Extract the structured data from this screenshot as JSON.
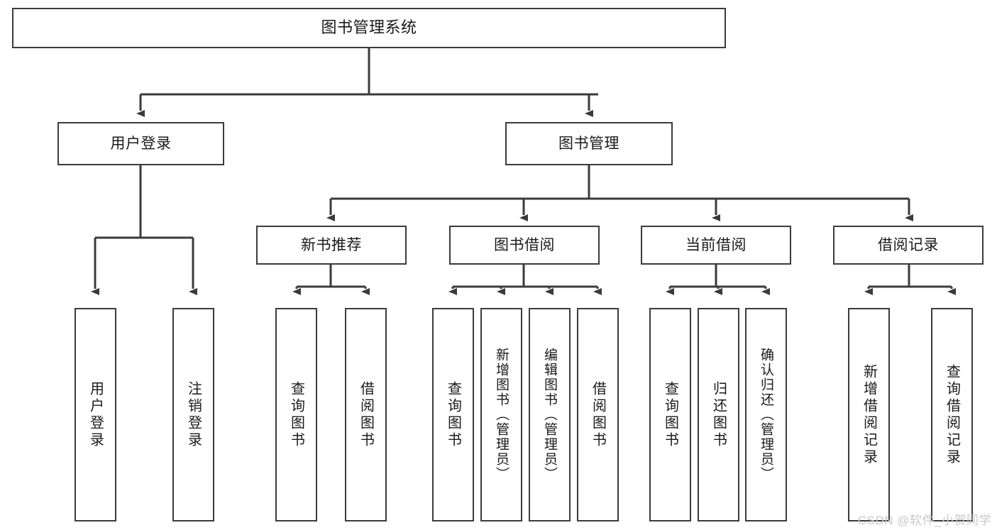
{
  "diagram": {
    "title": "图书管理系统",
    "type": "functional-structure-tree",
    "watermark": "CSDN @软件_小贺同学",
    "colors": {
      "box_border": "#3b3b3b",
      "box_fill": "#ffffff",
      "edge": "#3b3b3b",
      "text": "#1a1a1a",
      "watermark": "#c9c9c9"
    },
    "levels": {
      "root": [
        "图书管理系统"
      ],
      "level1": [
        "用户登录",
        "图书管理"
      ],
      "level2": [
        "新书推荐",
        "图书借阅",
        "当前借阅",
        "借阅记录"
      ],
      "leaves": [
        "用户登录",
        "注销登录",
        "查询图书",
        "借阅图书",
        "查询图书",
        "新增图书（管理员）",
        "编辑图书（管理员）",
        "借阅图书",
        "查询图书",
        "归还图书",
        "确认归还（管理员）",
        "新增借阅记录",
        "查询借阅记录"
      ]
    },
    "nodes": {
      "root": {
        "label": "图书管理系统"
      },
      "user_login": {
        "label": "用户登录"
      },
      "book_manage": {
        "label": "图书管理"
      },
      "new_book_rec": {
        "label": "新书推荐"
      },
      "book_borrow": {
        "label": "图书借阅"
      },
      "current_borrow": {
        "label": "当前借阅"
      },
      "borrow_record": {
        "label": "借阅记录"
      },
      "leaf_user_login": {
        "label": "用户登录"
      },
      "leaf_logout": {
        "label": "注销登录"
      },
      "leaf_query_book_1": {
        "label": "查询图书"
      },
      "leaf_borrow_book_1": {
        "label": "借阅图书"
      },
      "leaf_query_book_2": {
        "label": "查询图书"
      },
      "leaf_add_book_admin": {
        "label": "新增图书（管理员）"
      },
      "leaf_edit_book_admin": {
        "label": "编辑图书（管理员）"
      },
      "leaf_borrow_book_2": {
        "label": "借阅图书"
      },
      "leaf_query_book_3": {
        "label": "查询图书"
      },
      "leaf_return_book": {
        "label": "归还图书"
      },
      "leaf_confirm_return_admin": {
        "label": "确认归还（管理员）"
      },
      "leaf_add_borrow_record": {
        "label": "新增借阅记录"
      },
      "leaf_query_borrow_record": {
        "label": "查询借阅记录"
      }
    }
  }
}
